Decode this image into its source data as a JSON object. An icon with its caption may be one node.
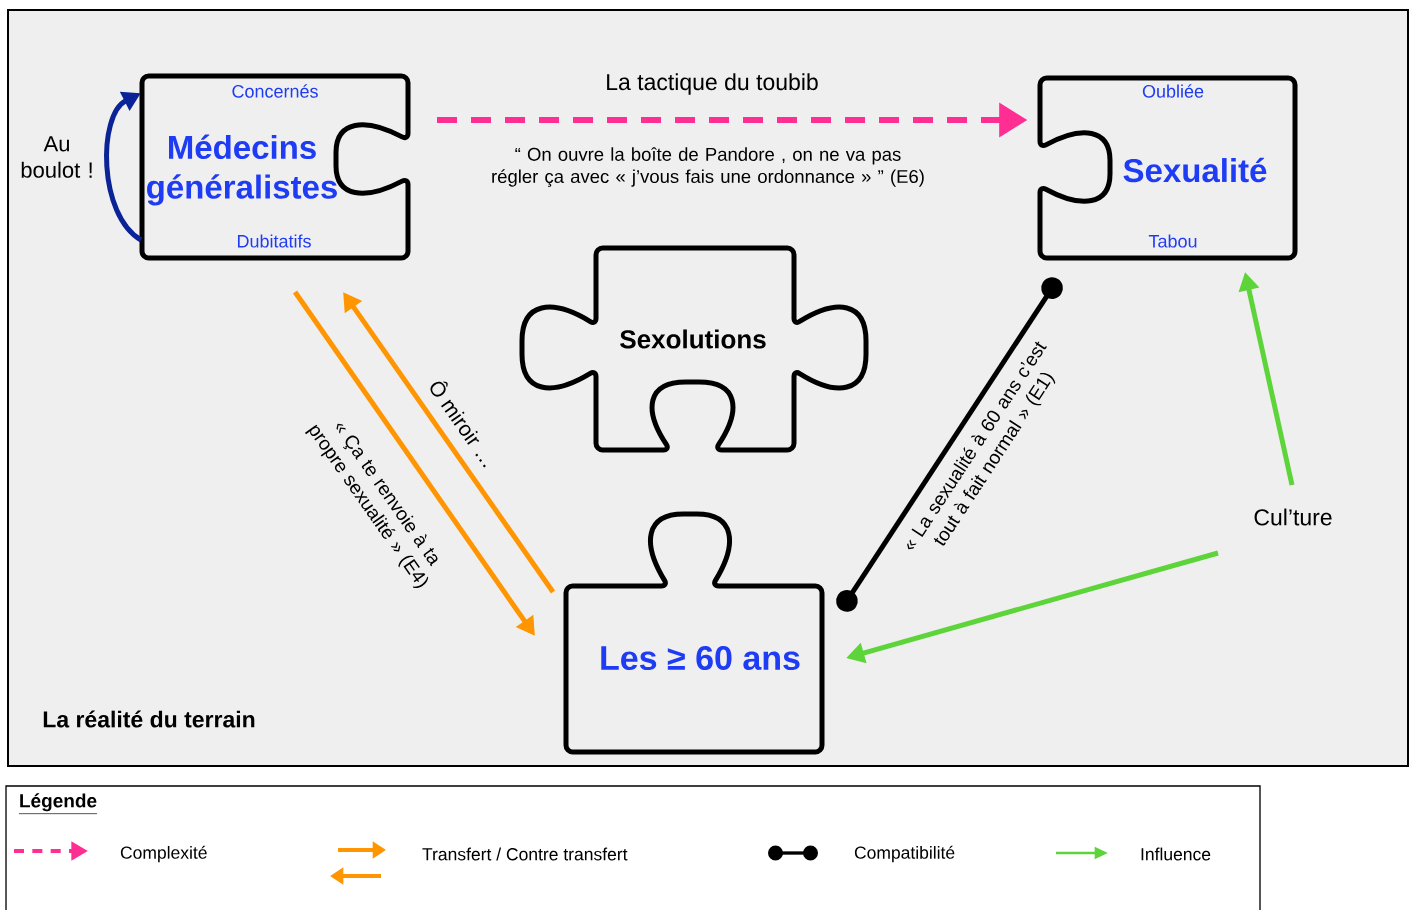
{
  "diagram": {
    "nodes": [
      {
        "text": [
          "La réalité du terrain"
        ]
      },
      {
        "text": [
          "Concernés",
          "Médecins généralistes",
          "Dubitatifs"
        ],
        "in": 0
      },
      {
        "text": [
          "Oubliée",
          "Sexualité",
          "Tabou"
        ],
        "in": 0
      },
      {
        "text": [
          "Sexolutions"
        ],
        "in": 0
      },
      {
        "text": [
          "Les ≥ 60 ans"
        ],
        "in": 0
      },
      {
        "text": [
          "Cul’ture"
        ],
        "in": 0
      }
    ],
    "edges": [
      {
        "from": 1,
        "to": 2,
        "arrow": "to",
        "label": "La tactique du toubib",
        "style": "dashed",
        "color": "#ff2e93"
      },
      {
        "from": 1,
        "to": 4,
        "arrow": "to",
        "label": "« Ça te renvoie à ta propre sexualité » (E4)",
        "color": "#ff9500"
      },
      {
        "from": 4,
        "to": 1,
        "arrow": "to",
        "label": "Ô miroir …",
        "color": "#ff9500"
      },
      {
        "from": 4,
        "to": 2,
        "arrow": "other",
        "label": "« La sexualité à 60 ans c’est tout à fait normal » (E1)",
        "color": "#000000"
      },
      {
        "from": 5,
        "to": 2,
        "arrow": "to",
        "color": "#5cd43a"
      },
      {
        "from": 5,
        "to": 4,
        "arrow": "to",
        "color": "#5cd43a"
      },
      {
        "from": 1,
        "to": 1,
        "arrow": "to",
        "label": "Au boulot !",
        "color": "#0a2396"
      }
    ],
    "labels": [
      "“ On ouvre la boîte de Pandore , on ne va pas régler ça avec « j’vous fais une ordonnance » ”  (E6)",
      "Légende"
    ],
    "legend": [
      {
        "text": "Complexité"
      },
      {
        "text": "Transfert / Contre transfert"
      },
      {
        "text": "Compatibilité"
      },
      {
        "text": "Influence"
      }
    ]
  }
}
